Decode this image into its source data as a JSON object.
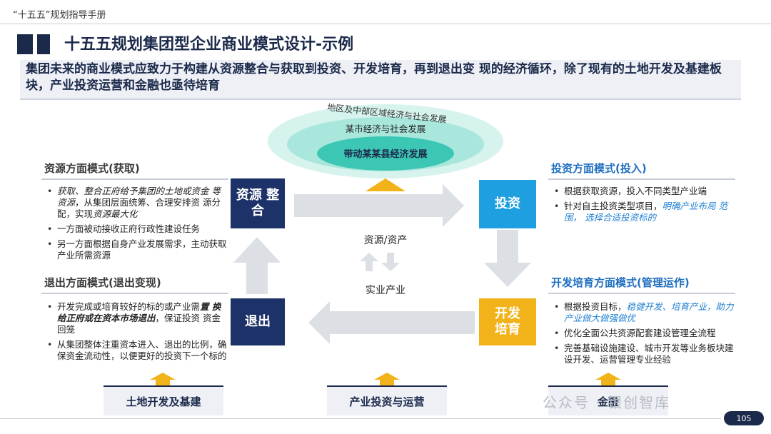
{
  "header": {
    "doc_title": "“十五五”规划指导手册"
  },
  "page": {
    "title": "十五五规划集团型企业商业模式设计-示例",
    "subtitle": "集团未来的商业模式应致力于构建从资源整合与获取到投资、开发培育，再到退出变 现的经济循环，除了现有的土地开发及基建板块，产业投资运营和金融也亟待培育"
  },
  "ellipses": {
    "outer": "地区及中部区域经济与社会发展",
    "middle": "某市经济与社会发展",
    "inner": "带动某某县经济发展"
  },
  "boxes": {
    "resource": "资源 整合",
    "invest": "投资",
    "develop": "开发 培育",
    "exit": "退出"
  },
  "center": {
    "label1": "资源/资产",
    "label2": "实业产业"
  },
  "left_top": {
    "title": "资源方面模式(获取)",
    "b1_em": "获取、整合正府给予集团的土地或资金 等资源",
    "b1_rest": "，从集团层面统筹、合理安排资 源分配，实现",
    "b1_em2": "资源最大化",
    "b2": "一方面被动接收正府行政性建设任务",
    "b3": "另一方面根据自身产业发展需求，主动获取产业所需资源"
  },
  "left_bottom": {
    "title": "退出方面模式(退出变现)",
    "b1_pre": "开发完成或培育较好的标的或产业需",
    "b1_em": "置 换给正府或在资本市场退出",
    "b1_rest": "，保证投资 资金回笼",
    "b2": "从集团整体注重资本进入、退出的比例，确保资金流动性，以便更好的投资下一个标的"
  },
  "right_top": {
    "title": "投资方面模式(投入)",
    "b1": "根据获取资源，投入不同类型产业端",
    "b2_pre": "针对自主投资类型项目，",
    "b2_em": "明确产业布局 范围， 选择合适投资标的"
  },
  "right_bottom": {
    "title": "开发培育方面模式(管理运作)",
    "b1_pre": "根据投资目标，",
    "b1_em": "稳健开发、培育产业，助力产业做大做强做优",
    "b2": "优化全面公共资源配套建设管理全流程",
    "b3": "完善基础设施建设、城市开发等业务板块建设开发、运营管理专业经验"
  },
  "bottom": {
    "b1": "土地开发及基建",
    "b2": "产业投资与运营",
    "b3": "金融"
  },
  "watermark": "公众号 · 银创智库",
  "page_number": "105",
  "colors": {
    "navy": "#1d3268",
    "sky": "#1ea0e0",
    "gold": "#f2b21a",
    "teal": "#3cc6b4",
    "arrow_grey": "#dcdfe4"
  }
}
